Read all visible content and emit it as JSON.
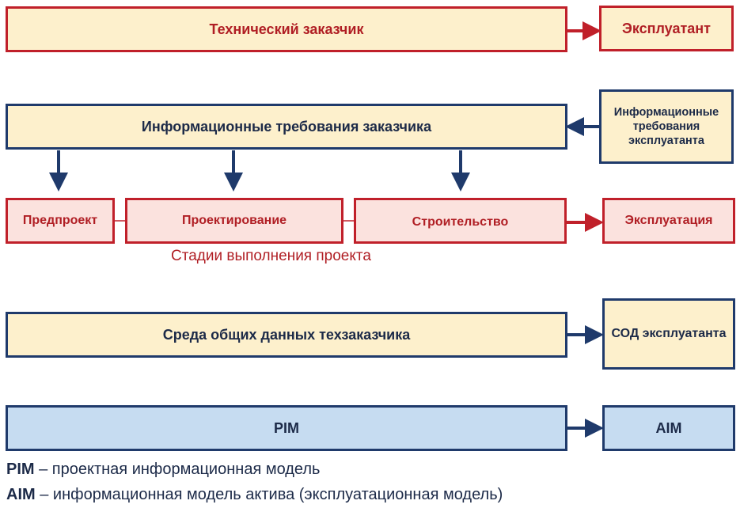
{
  "row1": {
    "main": "Технический заказчик",
    "side": "Эксплуатант"
  },
  "row2": {
    "main": "Информационные требования заказчика",
    "side": "Информационные требования эксплуатанта"
  },
  "stages": {
    "items": [
      "Предпроект",
      "Проектирование",
      "Строительство"
    ],
    "operation": "Эксплуатация",
    "caption": "Стадии выполнения проекта"
  },
  "row4": {
    "main": "Среда общих данных техзаказчика",
    "side": "СОД эксплуатанта"
  },
  "row5": {
    "main": "PIM",
    "side": "AIM"
  },
  "legend": [
    {
      "term": "PIM",
      "definition": " – проектная информационная модель"
    },
    {
      "term": "AIM",
      "definition": " – информационная модель актива (эксплуатационная модель)"
    }
  ],
  "colors": {
    "red_border": "#c0202a",
    "navy_border": "#1f3a6b",
    "yellow_fill": "#fdf0cc",
    "pink_fill": "#fbe2de",
    "blue_fill": "#c6dcf1",
    "red_text": "#b01e24"
  }
}
